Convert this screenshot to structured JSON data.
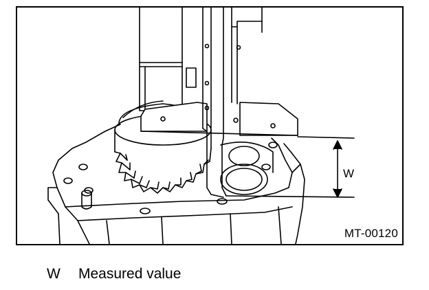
{
  "figure": {
    "id": "MT-00120",
    "dimension_label": "W"
  },
  "legend": {
    "symbol": "W",
    "description": "Measured value"
  }
}
